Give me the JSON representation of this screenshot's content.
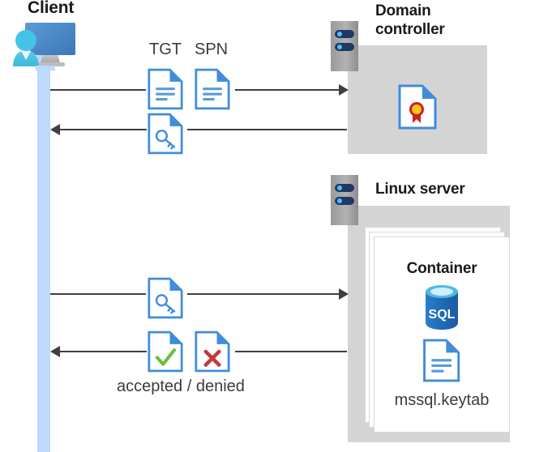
{
  "diagram": {
    "title": "Kerberos authentication flow between Client, Domain controller and Linux server container",
    "colors": {
      "lifeline": "#bdd9fb",
      "host_box": "#d4d4d4",
      "rack_body": "#a0a0a0",
      "rack_bar": "#1f3864",
      "rack_led": "#4cc2f1",
      "doc_blue": "#3f8ddb",
      "doc_fold": "#2e7cd6",
      "sql_blue": "#1f6fc4",
      "sql_top": "#5fc4ef",
      "accept_green": "#6cbe45",
      "deny_red": "#c23b3b",
      "seal_yellow": "#f5c518",
      "seal_red": "#cc2026",
      "arrow": "#3f3f3f",
      "text": "#262626"
    }
  },
  "client": {
    "label": "Client",
    "icon": "client-computer-icon",
    "lifeline": "client-lifeline"
  },
  "domain_controller": {
    "label": "Domain controller",
    "label_line1": "Domain",
    "label_line2": "controller",
    "rack_icon": "server-rack-icon",
    "contents": [
      {
        "icon": "certificate-document-icon",
        "label": ""
      }
    ]
  },
  "linux_server": {
    "label": "Linux server",
    "rack_icon": "server-rack-icon",
    "container": {
      "label": "Container",
      "stack_count": 3,
      "items": [
        {
          "icon": "sql-database-icon",
          "label": "SQL"
        },
        {
          "icon": "keytab-document-icon",
          "label": "mssql.keytab"
        }
      ]
    }
  },
  "messages": [
    {
      "id": "msg-tgt-spn-request",
      "direction": "right",
      "from": "client",
      "to": "domain-controller",
      "icons": [
        {
          "name": "tgt-document-icon",
          "label": "TGT"
        },
        {
          "name": "spn-document-icon",
          "label": "SPN"
        }
      ]
    },
    {
      "id": "msg-service-ticket-response",
      "direction": "left",
      "from": "domain-controller",
      "to": "client",
      "icons": [
        {
          "name": "key-document-icon",
          "label": ""
        }
      ]
    },
    {
      "id": "msg-service-ticket-presented",
      "direction": "right",
      "from": "client",
      "to": "linux-server",
      "icons": [
        {
          "name": "key-document-icon",
          "label": ""
        }
      ]
    },
    {
      "id": "msg-auth-result",
      "direction": "left",
      "from": "linux-server",
      "to": "client",
      "caption": "accepted / denied",
      "icons": [
        {
          "name": "accepted-document-icon",
          "label": "accepted"
        },
        {
          "name": "denied-document-icon",
          "label": "denied"
        }
      ]
    }
  ],
  "labels": {
    "tgt": "TGT",
    "spn": "SPN",
    "accepted_denied": "accepted / denied",
    "container": "Container",
    "keytab": "mssql.keytab",
    "sql": "SQL"
  }
}
